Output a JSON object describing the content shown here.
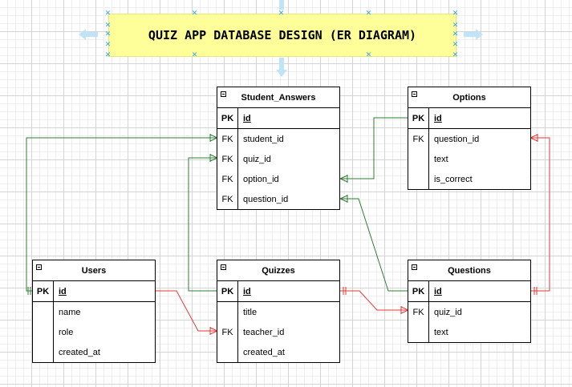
{
  "title": "QUIZ APP DATABASE DESIGN (ER DIAGRAM)",
  "colors": {
    "title_bg": "#ffff99",
    "green_link": "#2e7d32",
    "red_link": "#e53935",
    "handle": "#29a8e6"
  },
  "tables": {
    "student_answers": {
      "name": "Student_Answers",
      "rows": [
        {
          "key": "PK",
          "field": "id"
        },
        {
          "key": "FK",
          "field": "student_id"
        },
        {
          "key": "FK",
          "field": "quiz_id"
        },
        {
          "key": "FK",
          "field": "option_id"
        },
        {
          "key": "FK",
          "field": "question_id"
        }
      ]
    },
    "options": {
      "name": "Options",
      "rows": [
        {
          "key": "PK",
          "field": "id"
        },
        {
          "key": "FK",
          "field": "question_id"
        },
        {
          "key": "",
          "field": "text"
        },
        {
          "key": "",
          "field": "is_correct"
        }
      ]
    },
    "users": {
      "name": "Users",
      "rows": [
        {
          "key": "PK",
          "field": "id"
        },
        {
          "key": "",
          "field": "name"
        },
        {
          "key": "",
          "field": "role"
        },
        {
          "key": "",
          "field": "created_at"
        }
      ]
    },
    "quizzes": {
      "name": "Quizzes",
      "rows": [
        {
          "key": "PK",
          "field": "id"
        },
        {
          "key": "",
          "field": "title"
        },
        {
          "key": "FK",
          "field": "teacher_id"
        },
        {
          "key": "",
          "field": "created_at"
        }
      ]
    },
    "questions": {
      "name": "Questions",
      "rows": [
        {
          "key": "PK",
          "field": "id"
        },
        {
          "key": "FK",
          "field": "quiz_id"
        },
        {
          "key": "",
          "field": "text"
        }
      ]
    }
  }
}
